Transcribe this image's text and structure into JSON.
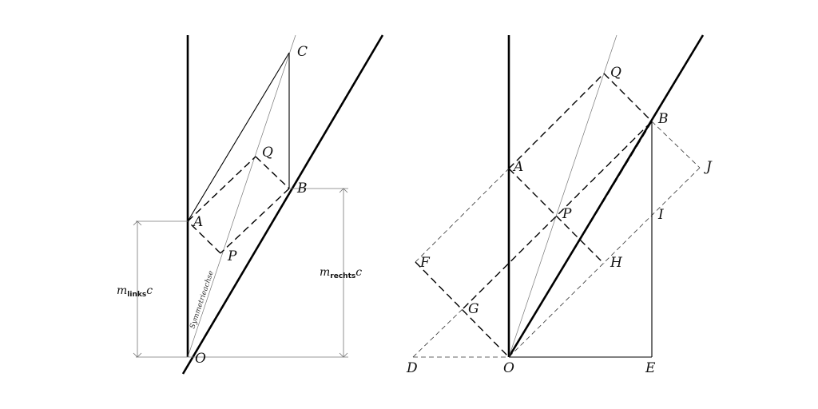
{
  "left_figure": {
    "labels": {
      "C": "C",
      "Q": "Q",
      "B": "B",
      "A": "A",
      "P": "P",
      "O": "O"
    },
    "axis_note": "Symmetrieachse",
    "dim_left": {
      "main": "m",
      "sub": "links",
      "tail": "c"
    },
    "dim_right": {
      "main": "m",
      "sub": "rechts",
      "tail": "c"
    }
  },
  "right_figure": {
    "labels": {
      "Q": "Q",
      "B": "B",
      "J": "J",
      "A": "A",
      "P": "P",
      "I": "I",
      "F": "F",
      "H": "H",
      "G": "G",
      "D": "D",
      "O": "O",
      "E": "E"
    }
  }
}
